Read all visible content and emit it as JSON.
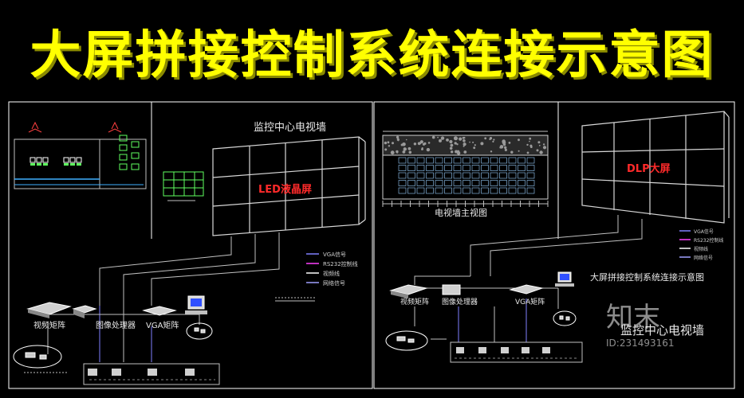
{
  "title": "大屏拼接控制系统连接示意图",
  "left_panel": {
    "wall_title": "监控中心电视墙",
    "wall_label": "LED液晶屏",
    "legend": [
      "VGA信号",
      "RS232控制线",
      "视频线",
      "网络信号"
    ],
    "devices": [
      "视频矩阵",
      "图像处理器",
      "VGA矩阵"
    ]
  },
  "right_panel": {
    "front_view_label": "电视墙主视图",
    "wall_label": "DLP大屏",
    "legend": [
      "VGA信号",
      "RS232控制线",
      "视频线",
      "网络信号"
    ],
    "system_caption": "大屏拼接控制系统连接示意图",
    "devices": [
      "视频矩阵",
      "图像处理器",
      "VGA矩阵"
    ],
    "wall_caption": "监控中心电视墙"
  },
  "watermark": {
    "brand": "知末",
    "id": "ID:231493161"
  },
  "colors": {
    "title": "#ffff00",
    "frame": "#ffffff",
    "vga": "#8080ff",
    "rs232": "#ff40ff",
    "video": "#ffffff",
    "network": "#a0a0ff",
    "led_label": "#ff2a2a"
  }
}
